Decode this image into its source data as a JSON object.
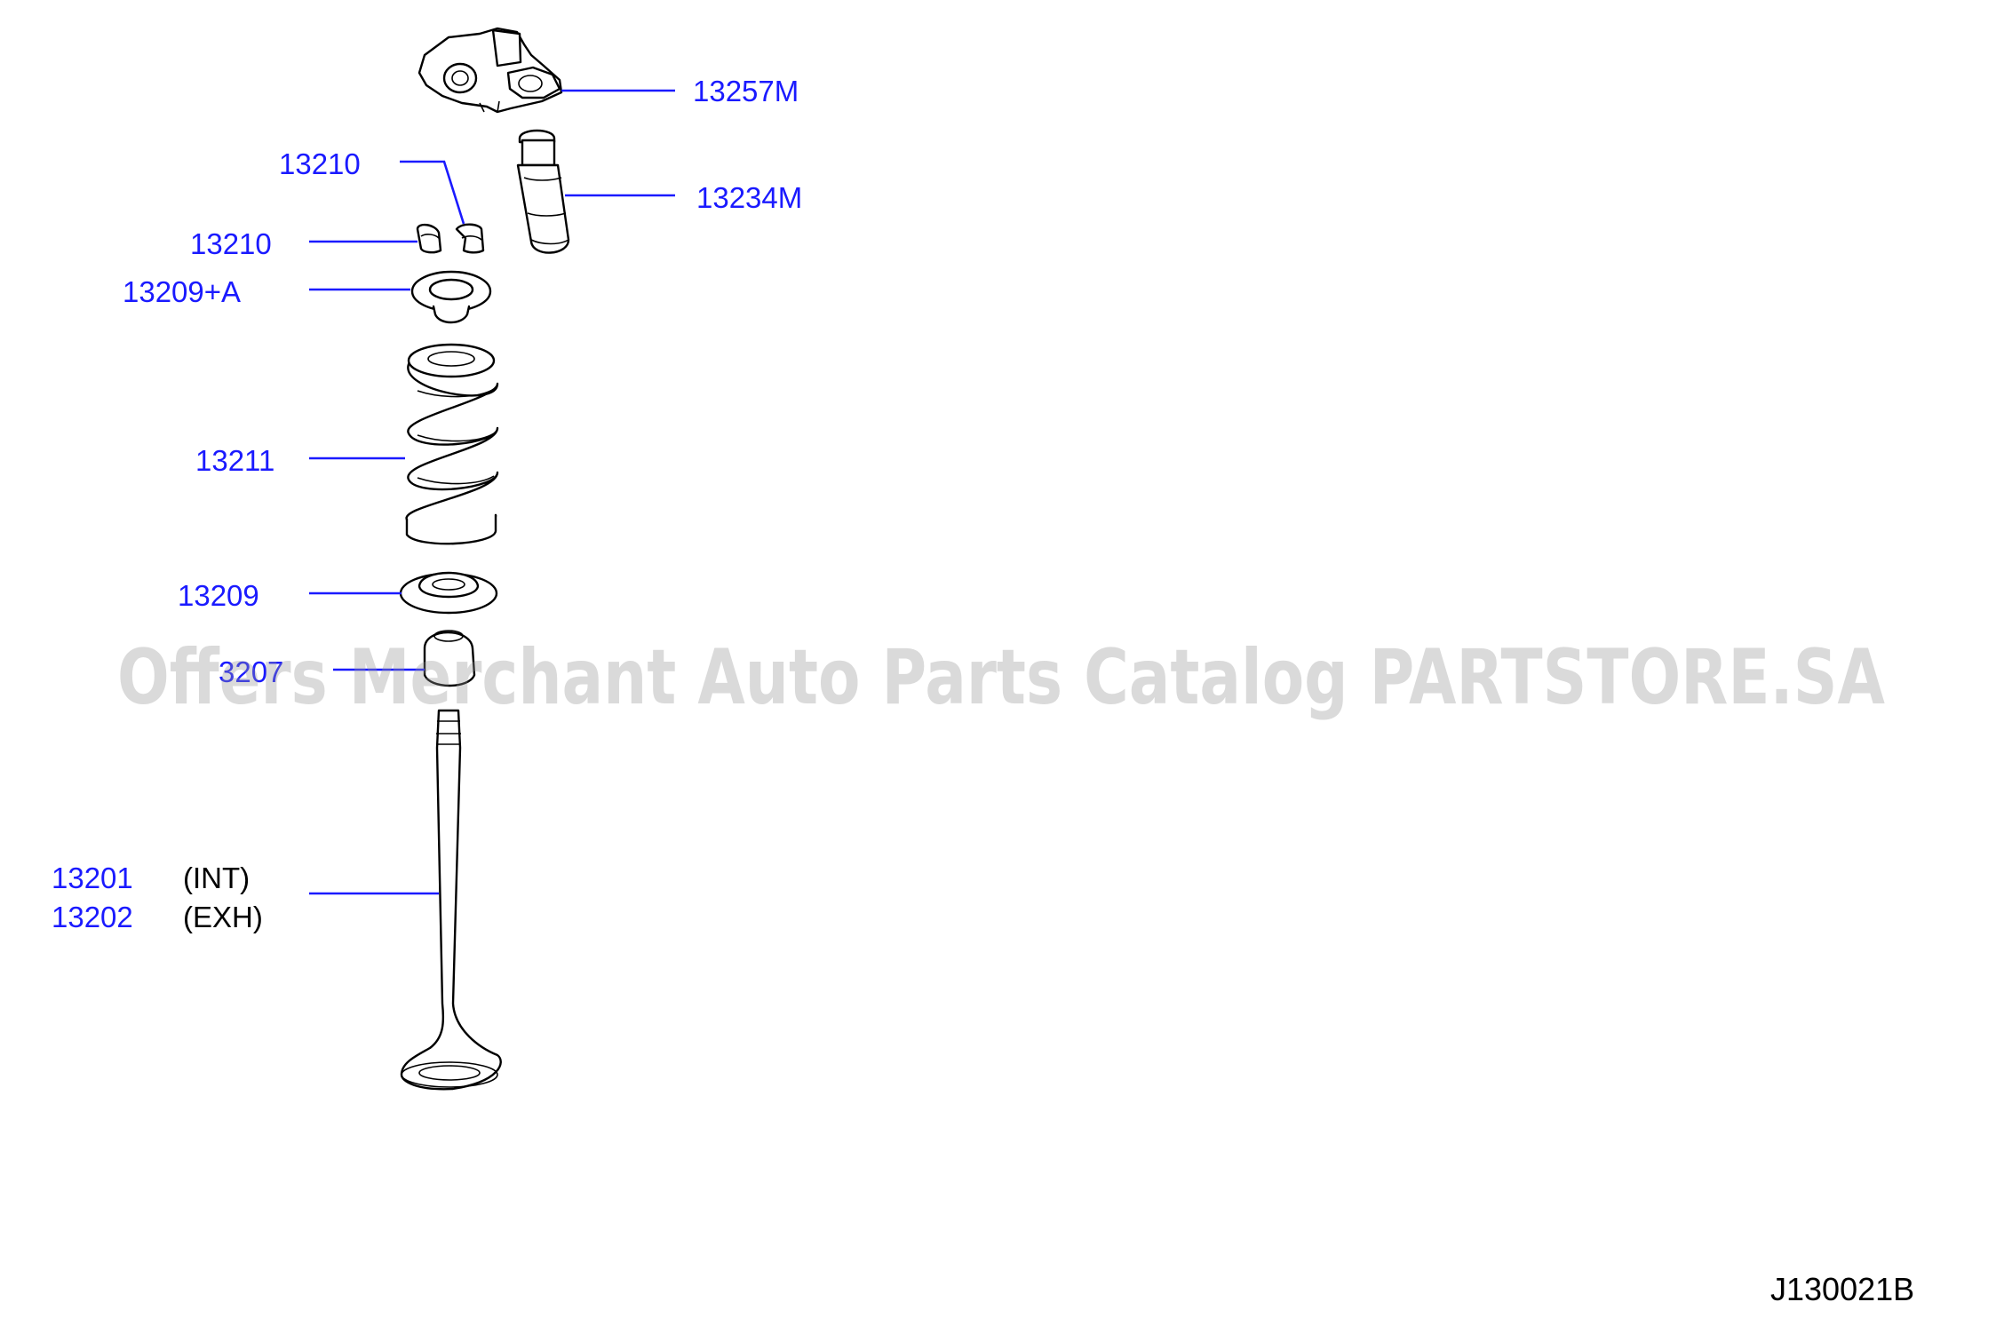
{
  "callouts": {
    "rocker_arm": "13257M",
    "lash_adjuster": "13234M",
    "collet_upper": "13210",
    "collet_lower": "13210",
    "spring_retainer": "13209+A",
    "valve_spring": "13211",
    "spring_seat": "13209",
    "valve_seal": "3207",
    "valve_intake": "13201",
    "valve_exhaust": "13202"
  },
  "notes": {
    "intake": "(INT)",
    "exhaust": "(EXH)"
  },
  "watermark": "Offers Merchant Auto Parts Catalog PARTSTORE.SA",
  "diagram_code": "J130021B",
  "colors": {
    "callout_text": "#1a1aff",
    "leader_line": "#1a1aff",
    "watermark": "#969696",
    "drawing": "#000000"
  }
}
